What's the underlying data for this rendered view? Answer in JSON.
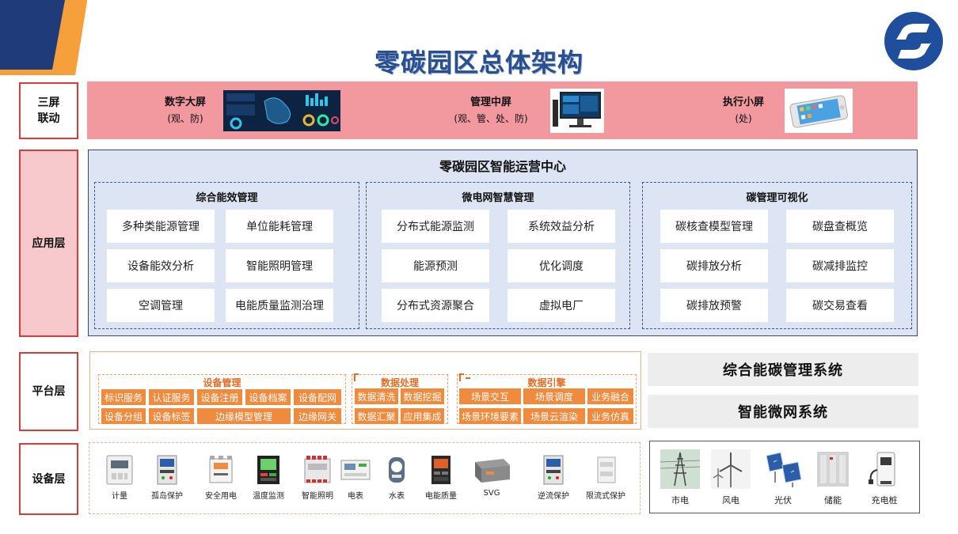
{
  "title": "零碳园区总体架构",
  "layers": {
    "screens": "三屏\n联动",
    "application": "应用层",
    "platform": "平台层",
    "device": "设备层"
  },
  "screens": [
    {
      "name": "数字大屏",
      "sub": "(观、防)"
    },
    {
      "name": "管理中屏",
      "sub": "(观、管、处、防)"
    },
    {
      "name": "执行小屏",
      "sub": "(处)"
    }
  ],
  "app_center": {
    "title": "零碳园区智能运营中心",
    "groups": [
      {
        "title": "综合能效管理",
        "items": [
          "多种类能源管理",
          "单位能耗管理",
          "设备能效分析",
          "智能照明管理",
          "空调管理",
          "电能质量监测治理"
        ]
      },
      {
        "title": "微电网智慧管理",
        "items": [
          "分布式能源监测",
          "系统效益分析",
          "能源预测",
          "优化调度",
          "分布式资源聚合",
          "虚拟电厂"
        ]
      },
      {
        "title": "碳管理可视化",
        "items": [
          "碳核查模型管理",
          "碳盘查概览",
          "碳排放分析",
          "碳减排监控",
          "碳排放预警",
          "碳交易查看"
        ]
      }
    ]
  },
  "platform": {
    "device_mgmt": {
      "title": "设备管理",
      "row1": [
        "标识服务",
        "认证服务",
        "设备注册",
        "设备档案",
        "设备配网"
      ],
      "row2": [
        "设备分组",
        "设备标签",
        "边缘模型管理",
        "边缘网关"
      ]
    },
    "data_proc": {
      "title": "数据处理",
      "items": [
        "数据清洗",
        "数据挖掘",
        "数据汇聚",
        "应用集成"
      ]
    },
    "data_engine": {
      "title": "数据引擎",
      "row1": [
        "场景交互",
        "场景调度",
        "业务融合"
      ],
      "row2": [
        "场景环境要素",
        "场景云渲染",
        "业务仿真"
      ]
    }
  },
  "systems": [
    "综合能碳管理系统",
    "智能微网系统"
  ],
  "devices": [
    "计量",
    "孤岛保护",
    "安全用电",
    "温度监测",
    "智能照明",
    "电表",
    "水表",
    "电能质量",
    "SVG",
    "逆流保护",
    "限流式保护"
  ],
  "sources": [
    "市电",
    "风电",
    "光伏",
    "储能",
    "充电桩"
  ],
  "colors": {
    "title": "#2a4f8f",
    "screen_band": "#f1999e",
    "app_panel": "#dde5f5",
    "accent_orange": "#f08a3c",
    "label_border": "#d93a3a"
  }
}
